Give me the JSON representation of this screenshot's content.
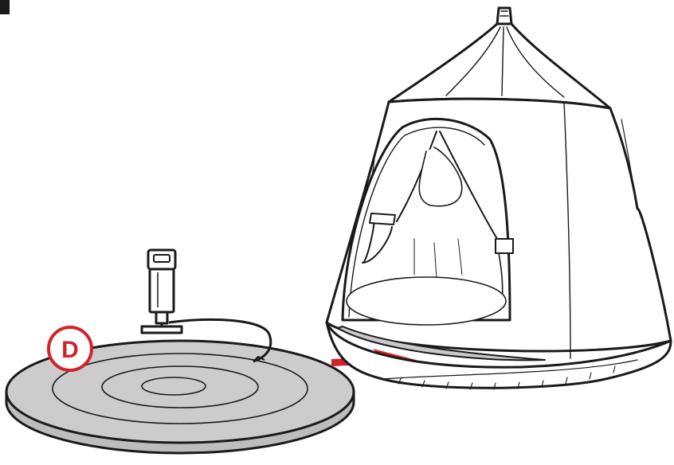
{
  "illustration": {
    "callout": {
      "letter": "D",
      "accent_color": "#d2232a"
    },
    "parts": [
      "inflatable-cushion",
      "hand-air-pump",
      "hanging-tent",
      "insertion-arrow"
    ],
    "colors": {
      "line": "#1a1a1a",
      "fill_gray": "#c9c9c9",
      "tent_fill": "#ffffff"
    }
  }
}
